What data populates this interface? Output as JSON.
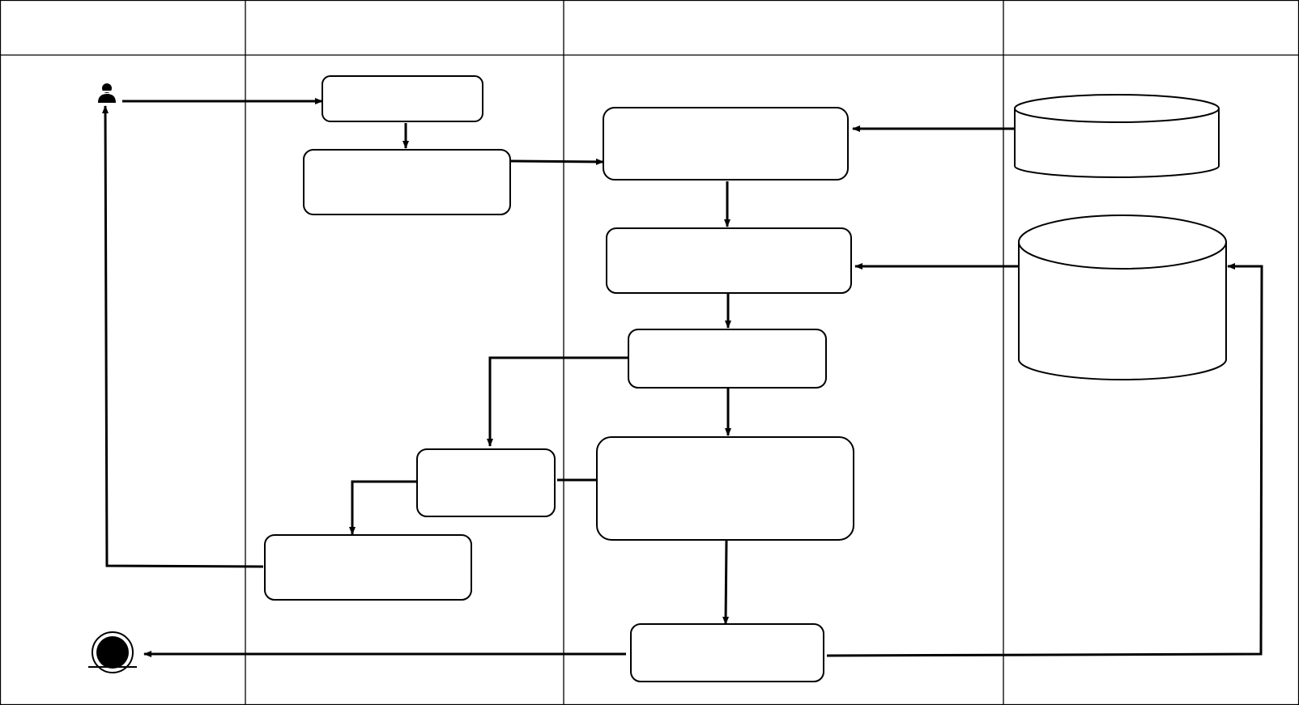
{
  "diagram": {
    "type": "swimlane-activity-diagram",
    "lanes": [
      {
        "id": "lane1",
        "title": ""
      },
      {
        "id": "lane2",
        "title": ""
      },
      {
        "id": "lane3",
        "title": ""
      },
      {
        "id": "lane4",
        "title": ""
      }
    ],
    "nodes": [
      {
        "id": "actor",
        "kind": "actor",
        "label": ""
      },
      {
        "id": "box-a",
        "kind": "activity",
        "label": ""
      },
      {
        "id": "box-b",
        "kind": "activity",
        "label": ""
      },
      {
        "id": "box-c",
        "kind": "activity",
        "label": ""
      },
      {
        "id": "box-d",
        "kind": "activity",
        "label": ""
      },
      {
        "id": "box-e",
        "kind": "activity",
        "label": ""
      },
      {
        "id": "box-f",
        "kind": "activity",
        "label": ""
      },
      {
        "id": "box-g",
        "kind": "activity",
        "label": ""
      },
      {
        "id": "box-h",
        "kind": "activity",
        "label": ""
      },
      {
        "id": "box-i",
        "kind": "activity",
        "label": ""
      },
      {
        "id": "db-1",
        "kind": "datastore",
        "label": ""
      },
      {
        "id": "db-2",
        "kind": "datastore",
        "label": ""
      },
      {
        "id": "end",
        "kind": "final-state",
        "label": ""
      }
    ],
    "edges": [
      {
        "from": "actor",
        "to": "box-a"
      },
      {
        "from": "box-a",
        "to": "box-b"
      },
      {
        "from": "box-b",
        "to": "box-c"
      },
      {
        "from": "db-1",
        "to": "box-c"
      },
      {
        "from": "box-c",
        "to": "box-d"
      },
      {
        "from": "db-2",
        "to": "box-d"
      },
      {
        "from": "box-d",
        "to": "box-e"
      },
      {
        "from": "box-e",
        "to": "box-f"
      },
      {
        "from": "box-e",
        "to": "box-g"
      },
      {
        "from": "box-g",
        "to": "box-f"
      },
      {
        "from": "box-f",
        "to": "box-h"
      },
      {
        "from": "box-h",
        "to": "actor"
      },
      {
        "from": "box-g",
        "to": "box-i"
      },
      {
        "from": "box-i",
        "to": "end"
      },
      {
        "from": "box-i",
        "to": "db-2"
      }
    ]
  }
}
